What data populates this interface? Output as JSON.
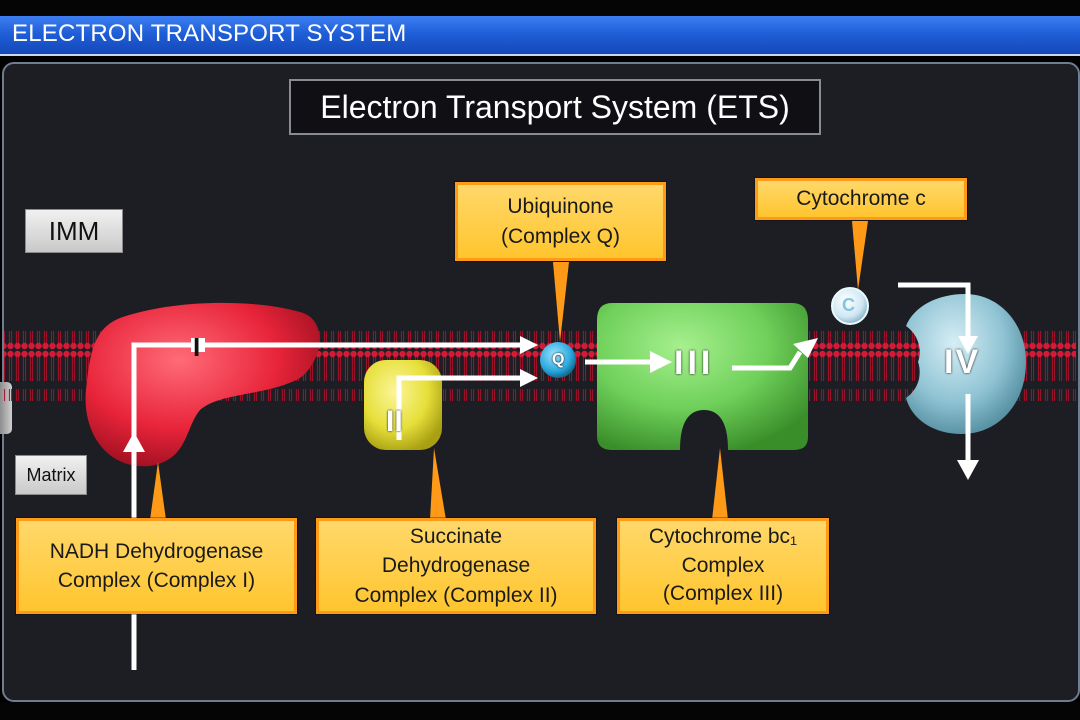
{
  "header": {
    "title": "ELECTRON TRANSPORT SYSTEM"
  },
  "slide": {
    "title": "Electron Transport System (ETS)",
    "tags": {
      "imm": "IMM",
      "matrix": "Matrix"
    },
    "callouts": {
      "ubiquinone": [
        "Ubiquinone",
        "(Complex Q)"
      ],
      "cytochrome_c": "Cytochrome c",
      "complex_i": [
        "NADH Dehydrogenase",
        "Complex (Complex I)"
      ],
      "complex_ii": [
        "Succinate",
        "Dehydrogenase",
        "Complex (Complex II)"
      ],
      "complex_iii": [
        "Cytochrome bc₁",
        "Complex",
        "(Complex III)"
      ]
    },
    "complex_labels": {
      "complex_i": "I",
      "complex_ii": "II",
      "complex_iii": "III",
      "complex_iv": "IV",
      "ubiquinone": "Q",
      "cytochrome_c": "C"
    },
    "colors": {
      "complex_i": "#e8243a",
      "complex_ii": "#e6df3a",
      "complex_iii": "#6fd05a",
      "complex_iv": "#8fc3d3",
      "ubiquinone": "#2aa9de",
      "cytochrome_c": "#e8f4fb",
      "callout_fill": "#ffc52e",
      "callout_border": "#ff9a18",
      "membrane": "#c8102e",
      "header": "#1f5fd8"
    }
  }
}
